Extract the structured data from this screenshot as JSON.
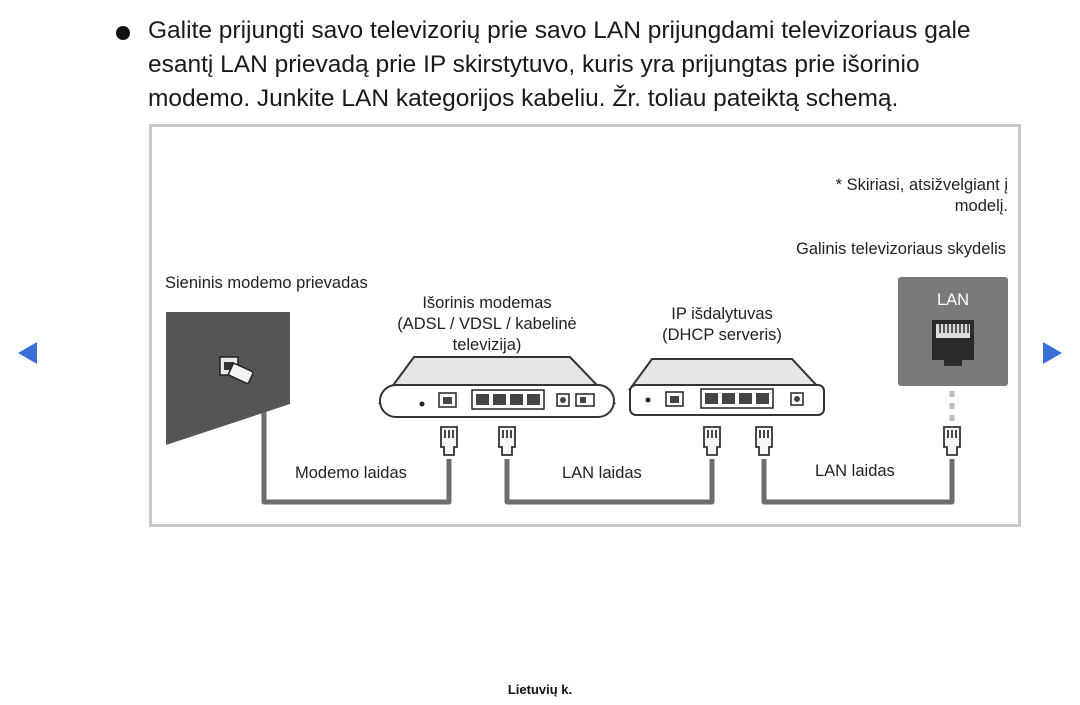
{
  "bullet": {
    "lines": [
      "Galite prijungti savo televizorių prie savo LAN prijungdami televizoriaus gale",
      "esantį LAN prievadą prie IP skirstytuvo, kuris yra prijungtas prie išorinio",
      "modemo. Junkite LAN kategorijos kabeliu. Žr. toliau pateiktą schemą."
    ]
  },
  "diagram": {
    "note_line1": "* Skiriasi, atsižvelgiant į",
    "note_line2": "modelį.",
    "tv_panel_title": "Galinis televizoriaus skydelis",
    "wall_port": "Sieninis modemo prievadas",
    "modem_line1": "Išorinis modemas",
    "modem_line2": "(ADSL / VDSL / kabelinė",
    "modem_line3": "televizija)",
    "router_line1": "IP išdalytuvas",
    "router_line2": "(DHCP serveris)",
    "lan_port_label": "LAN",
    "cable_modem": "Modemo laidas",
    "cable_lan1": "LAN laidas",
    "cable_lan2": "LAN laidas",
    "colors": {
      "cable": "#6e6e6e",
      "wall": "#555555",
      "tv_panel": "#7a7a7a",
      "frame": "#c9c9c9",
      "nav_arrow": "#3a6fd8"
    }
  },
  "navigation": {
    "prev_icon": "triangle-left-icon",
    "next_icon": "triangle-right-icon"
  },
  "footer": {
    "language": "Lietuvių k."
  }
}
